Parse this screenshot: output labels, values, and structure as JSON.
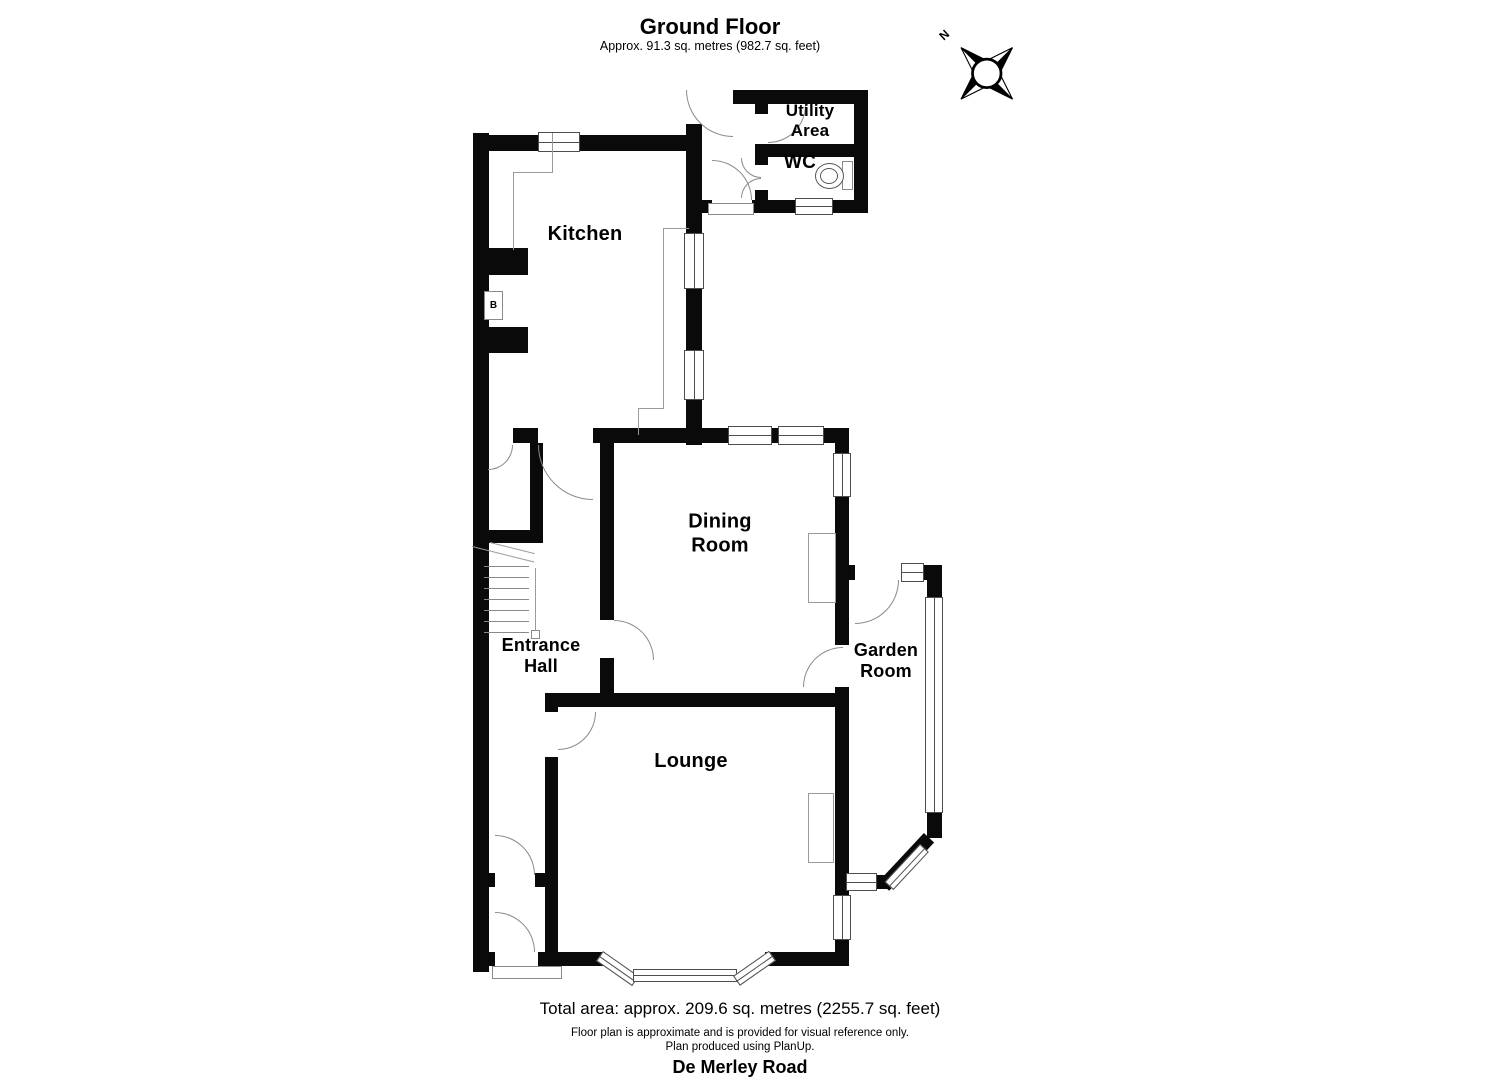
{
  "header": {
    "title": "Ground Floor",
    "subtitle": "Approx. 91.3 sq. metres (982.7 sq. feet)"
  },
  "compass": {
    "north_label": "N"
  },
  "rooms": {
    "utility": {
      "label": "Utility\nArea"
    },
    "wc": {
      "label": "WC"
    },
    "kitchen": {
      "label": "Kitchen"
    },
    "dining": {
      "label": "Dining\nRoom"
    },
    "hall": {
      "label": "Entrance\nHall"
    },
    "garden": {
      "label": "Garden\nRoom"
    },
    "lounge": {
      "label": "Lounge"
    }
  },
  "fixtures": {
    "boiler_label": "B"
  },
  "footer": {
    "total_area": "Total area: approx. 209.6 sq. metres (2255.7 sq. feet)",
    "disclaimer_line1": "Floor plan is approximate and is provided for visual reference only.",
    "disclaimer_line2": "Plan produced using PlanUp.",
    "address": "De Merley Road"
  },
  "colors": {
    "wall": "#0a0a0a",
    "detail_line": "#8a8a8a",
    "background": "#ffffff"
  }
}
